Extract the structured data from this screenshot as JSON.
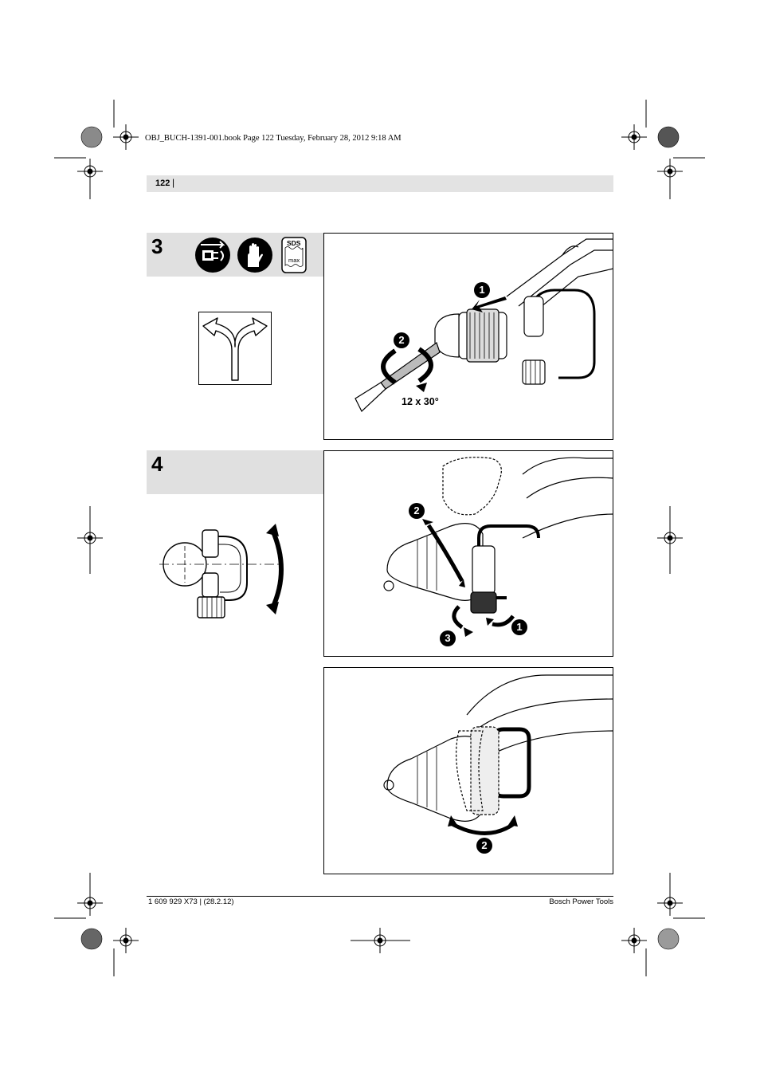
{
  "print_header": "OBJ_BUCH-1391-001.book  Page 122  Tuesday, February 28, 2012  9:18 AM",
  "page": {
    "number": "122",
    "separator": "|"
  },
  "step3": {
    "number": "3",
    "sds_badge": {
      "top": "SDS",
      "bottom": "max"
    },
    "callouts": [
      "1",
      "2"
    ],
    "dimension_label": "12 x 30°"
  },
  "step4": {
    "number": "4",
    "callouts_top": [
      "2",
      "1",
      "3"
    ],
    "callouts_bottom": [
      "2"
    ]
  },
  "footer": {
    "left": "1 609 929 X73 | (28.2.12)",
    "right": "Bosch Power Tools"
  },
  "colors": {
    "band_gray": "#e0e0e0",
    "ink": "#000000"
  },
  "icons": [
    "registration-mark-icon",
    "unplug-icon",
    "gloves-icon",
    "sds-max-icon",
    "branching-arrows-icon",
    "rotation-arrow-icon"
  ]
}
